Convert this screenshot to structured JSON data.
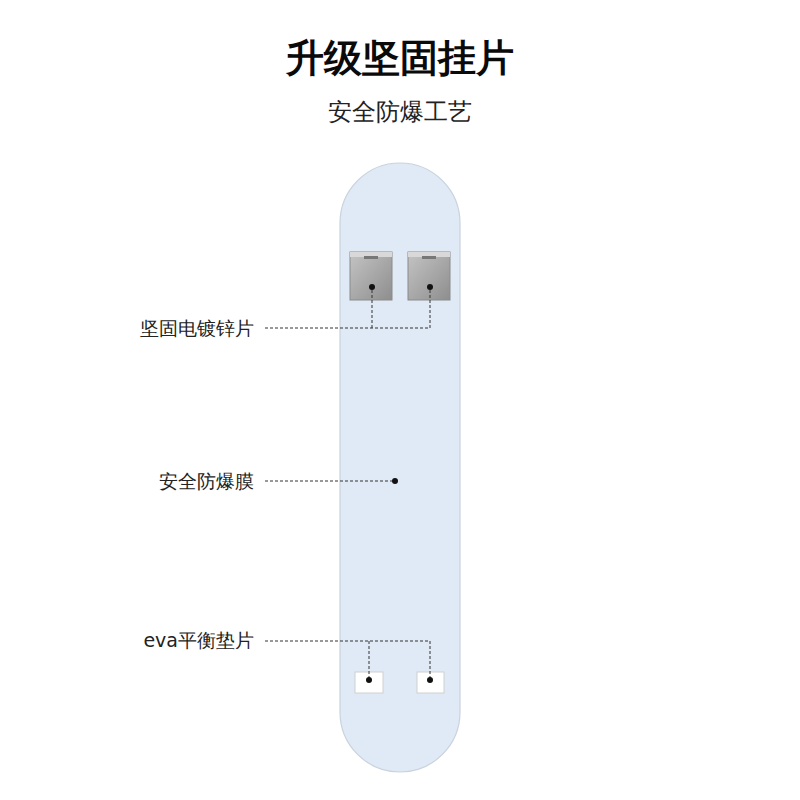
{
  "diagram": {
    "title": "升级坚固挂片",
    "labels": [
      "安全防爆工艺",
      "坚固电镀锌片",
      "安全防爆膜",
      "eva平衡垫片"
    ]
  }
}
